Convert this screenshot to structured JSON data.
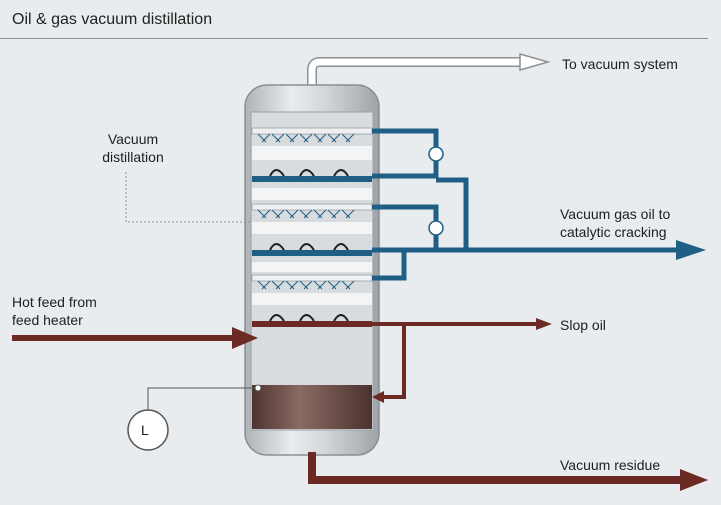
{
  "title": "Oil & gas vacuum distillation",
  "labels": {
    "to_vacuum_system": "To vacuum system",
    "vacuum_distillation_line1": "Vacuum",
    "vacuum_distillation_line2": "distillation",
    "vacuum_gas_oil_line1": "Vacuum gas oil to",
    "vacuum_gas_oil_line2": "catalytic cracking",
    "hot_feed_line1": "Hot feed from",
    "hot_feed_line2": "feed heater",
    "slop_oil": "Slop oil",
    "vacuum_residue": "Vacuum residue",
    "level_instrument": "L"
  },
  "colors": {
    "background": "#e8ecee",
    "vacuum_line": "#ffffff",
    "gas_oil_line": "#1f5f86",
    "feed_line": "#6b2a24",
    "column_body": "#c9cdd0",
    "residue_fill": "#6e4a44"
  }
}
